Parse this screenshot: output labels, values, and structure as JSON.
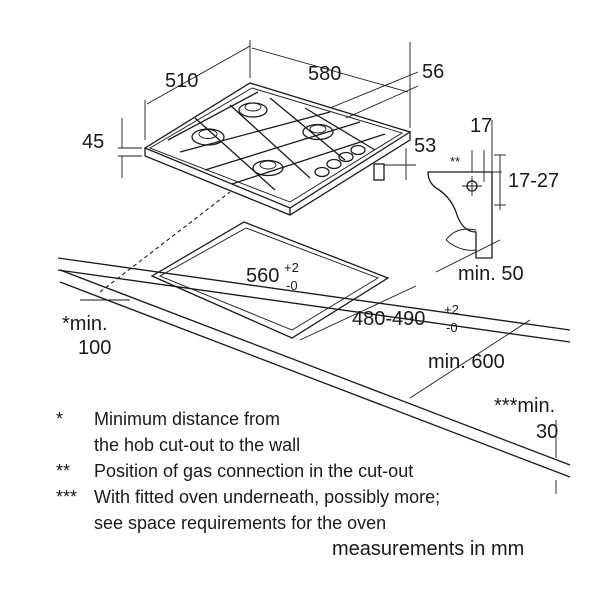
{
  "dimensions": {
    "hob_depth": "510",
    "hob_width": "580",
    "hob_height": "45",
    "top_offset": "56",
    "side_offset": "53",
    "gas_offset": "17",
    "gas_marker": "**",
    "gas_range": "17-27",
    "cutout_width_value": "560",
    "cutout_width_tol_upper": "+2",
    "cutout_width_tol_lower": "-0",
    "cutout_depth_value": "480-490",
    "cutout_depth_tol_upper": "+2",
    "cutout_depth_tol_lower": "-0",
    "min_back": "min. 50",
    "min_wall_marker": "*min.",
    "min_wall_value": "100",
    "min_depth": "min. 600",
    "min_oven_marker": "***min.",
    "min_oven_value": "30"
  },
  "notes": [
    {
      "mark": "*",
      "lines": [
        "Minimum distance from",
        "the hob cut-out to the wall"
      ]
    },
    {
      "mark": "**",
      "lines": [
        "Position of gas connection in the cut-out"
      ]
    },
    {
      "mark": "***",
      "lines": [
        "With fitted oven underneath, possibly more;",
        "see space requirements for the oven"
      ]
    }
  ],
  "units_label": "measurements in mm"
}
